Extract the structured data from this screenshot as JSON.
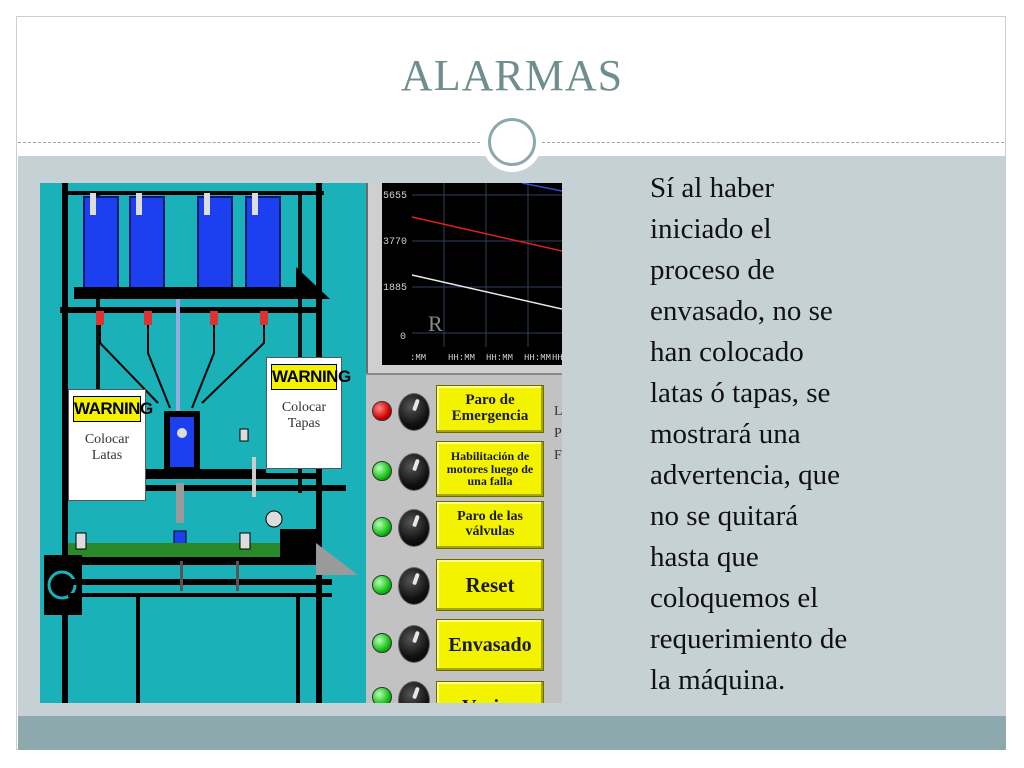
{
  "slide": {
    "title": "ALARMAS",
    "body": "Sí al haber\niniciado el\nproceso de\nenvasado, no se\nhan colocado\nlatas ó tapas, se\nmostrará una\nadvertencia,  que\nno se quitará\nhasta que\ncoloquemos  el\nrequerimiento de\nla máquina."
  },
  "scada": {
    "chart": {
      "y_ticks": [
        "5655",
        "3770",
        "1885",
        "0"
      ],
      "x_ticks": [
        ":MM",
        "HH:MM",
        "HH:MM",
        "HH:MM",
        "HH"
      ],
      "marker": "R"
    },
    "warnings": [
      {
        "label": "WARNING",
        "text": "Colocar\nLatas"
      },
      {
        "label": "WARNING",
        "text": "Colocar\nTapas"
      }
    ],
    "buttons": [
      {
        "label": "Paro de Emergencia",
        "led": "red"
      },
      {
        "label": "Habilitación de motores luego de una falla",
        "led": "green"
      },
      {
        "label": "Paro de las válvulas",
        "led": "green"
      },
      {
        "label": "Reset",
        "led": "green"
      },
      {
        "label": "Envasado",
        "led": "green"
      },
      {
        "label": "Vaciar",
        "led": "green"
      }
    ],
    "side_letters": [
      "L",
      "P",
      "F"
    ]
  },
  "colors": {
    "title": "#6f8e8e",
    "content_bg": "#c6d1d6",
    "band": "#8ea9ad",
    "machine_bg": "#1ab1b8",
    "button_yellow": "#f3f300"
  }
}
